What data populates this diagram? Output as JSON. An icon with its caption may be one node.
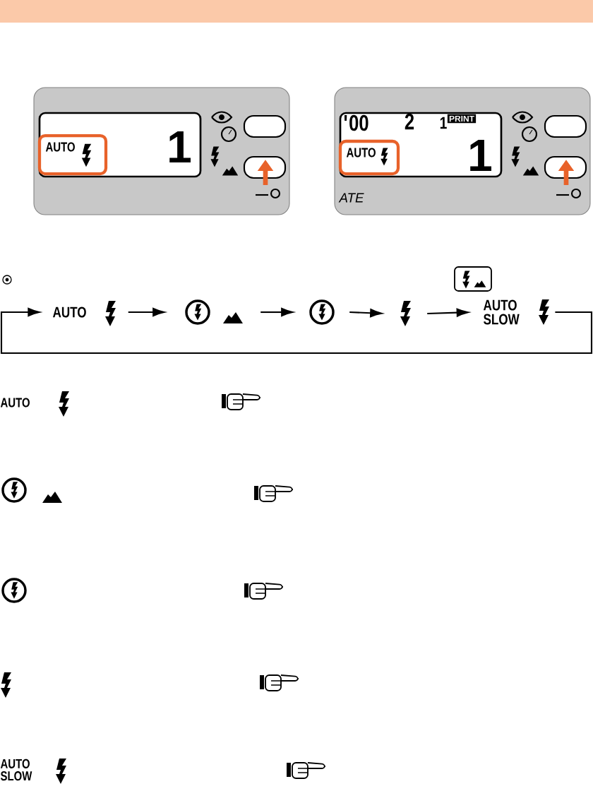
{
  "diagram": {
    "nodes": [
      {
        "text": [
          "AUTO"
        ]
      },
      {
        "text": [],
        "shape": "picture"
      },
      {
        "text": [],
        "shape": "picture"
      },
      {
        "text": [],
        "shape": "picture"
      },
      {
        "text": [
          "AUTO SLOW"
        ]
      }
    ],
    "edges": [
      {
        "from": 0,
        "to": 1,
        "arrow": "to"
      },
      {
        "from": 1,
        "to": 2,
        "arrow": "to"
      },
      {
        "from": 2,
        "to": 3,
        "arrow": "to"
      },
      {
        "from": 3,
        "to": 4,
        "arrow": "to"
      },
      {
        "from": 4,
        "to": 0,
        "arrow": "to"
      }
    ],
    "labels": [
      "AUTO",
      "1",
      "'00",
      "2",
      "1",
      "PRINT",
      "AUTO",
      "1",
      "ATE",
      "AUTO",
      "AUTO SLOW"
    ]
  }
}
